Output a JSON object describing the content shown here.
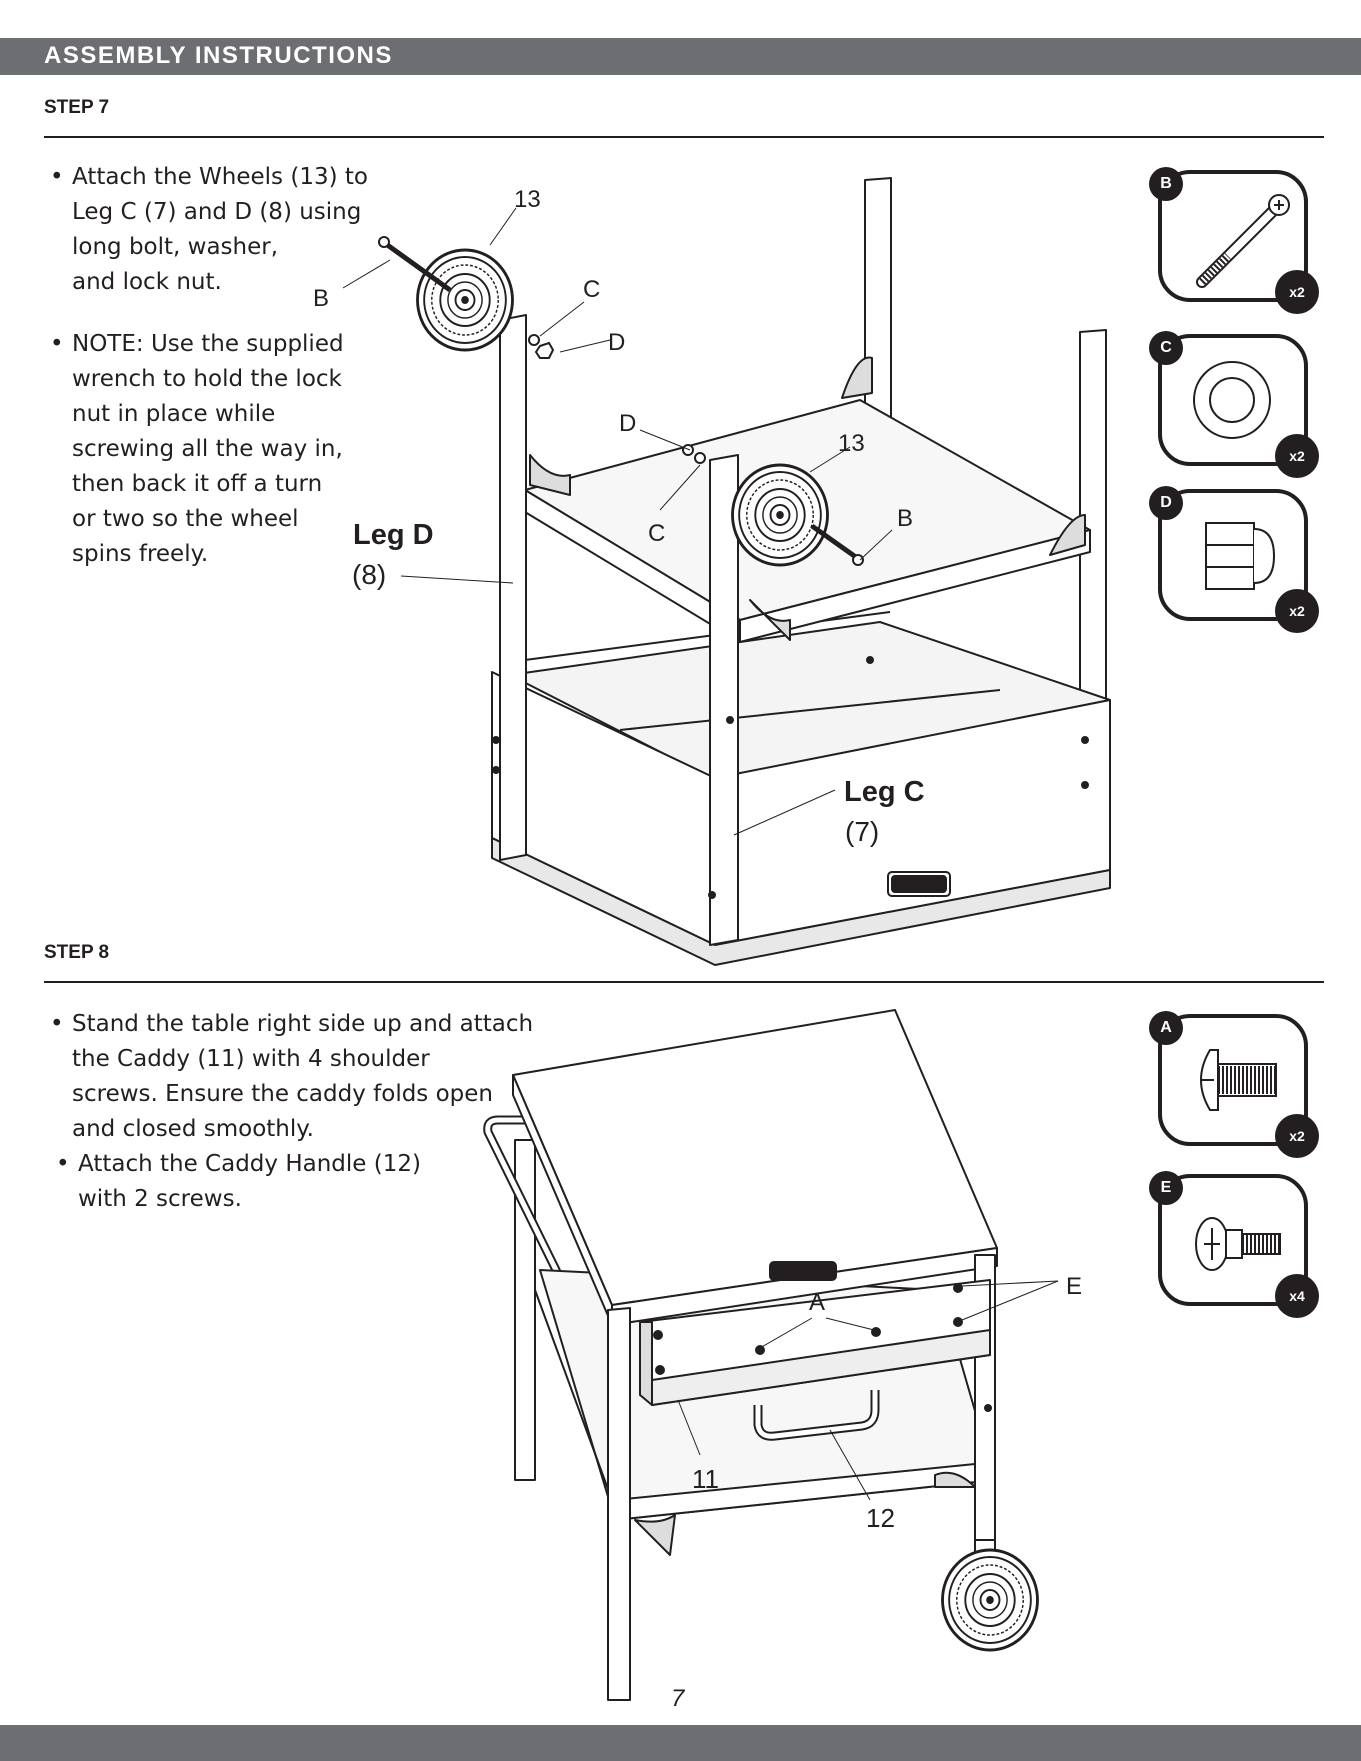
{
  "header": {
    "title": "ASSEMBLY INSTRUCTIONS"
  },
  "step7": {
    "title": "STEP 7",
    "bullets": [
      "Attach the Wheels (13) to\nLeg C (7) and D (8) using\nlong bolt, washer,\nand lock nut.",
      "NOTE: Use the supplied\nwrench to hold the lock\nnut in place while\nscrewing all the way in,\nthen back it off a turn\nor two so the wheel\nspins freely."
    ],
    "callouts": {
      "wheel_top": "13",
      "wheel_mid": "13",
      "b_top": "B",
      "b_mid": "B",
      "c_top": "C",
      "c_mid": "C",
      "d_top": "D",
      "d_mid": "D",
      "leg_d_name": "Leg D",
      "leg_d_num": "(8)",
      "leg_c_name": "Leg C",
      "leg_c_num": "(7)"
    },
    "parts": [
      {
        "letter": "B",
        "qty": "x2",
        "icon": "long-bolt-icon"
      },
      {
        "letter": "C",
        "qty": "x2",
        "icon": "washer-icon"
      },
      {
        "letter": "D",
        "qty": "x2",
        "icon": "lock-nut-icon"
      }
    ]
  },
  "step8": {
    "title": "STEP 8",
    "bullets": [
      "Stand the table right side up and attach\nthe Caddy (11) with 4  shoulder\nscrews. Ensure the caddy folds open\nand closed smoothly.",
      "Attach the Caddy Handle (12)\nwith 2 screws."
    ],
    "callouts": {
      "a": "A",
      "e": "E",
      "caddy": "11",
      "handle": "12"
    },
    "parts": [
      {
        "letter": "A",
        "qty": "x2",
        "icon": "screw-icon"
      },
      {
        "letter": "E",
        "qty": "x4",
        "icon": "shoulder-screw-icon"
      }
    ]
  },
  "page_number": "7"
}
